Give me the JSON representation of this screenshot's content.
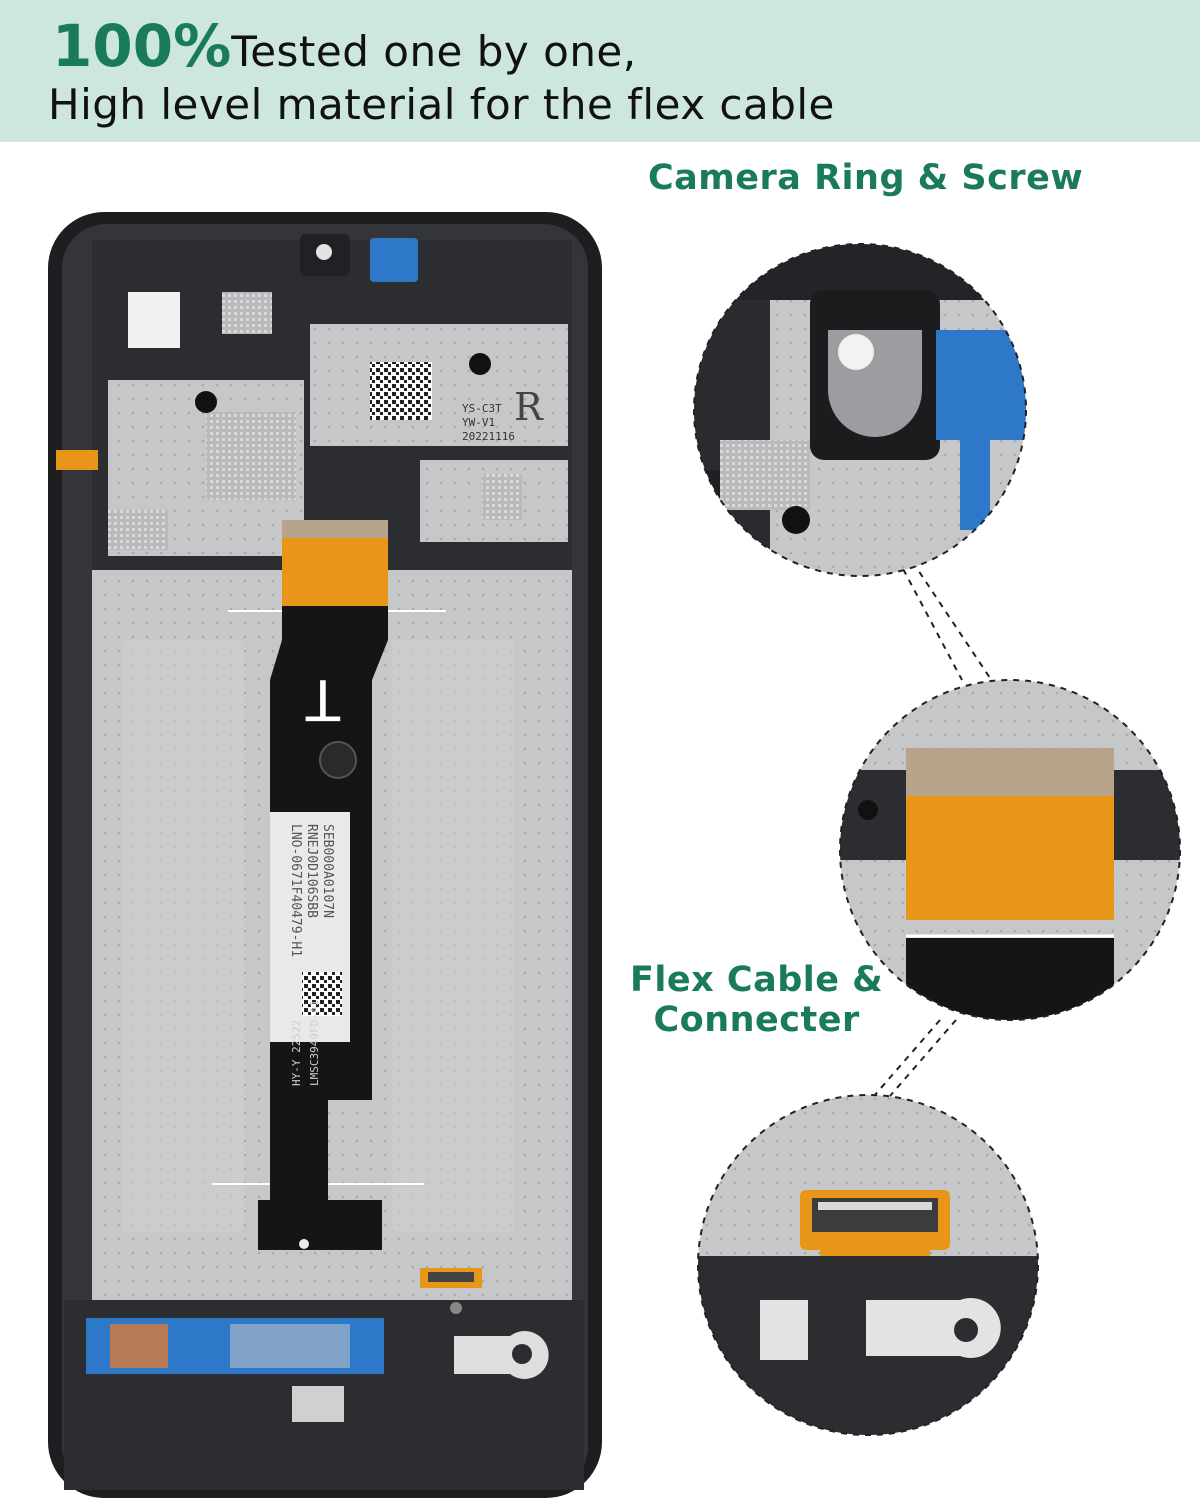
{
  "header": {
    "percent": "100%",
    "line1_rest": "Tested one by one,",
    "line2": "High level material for the flex cable"
  },
  "callouts": {
    "camera": "Camera Ring & Screw",
    "flex_line1": "Flex Cable &",
    "flex_line2": "Connecter"
  },
  "labels": {
    "flex_code_1": "LNO-0671F40479-H1",
    "flex_code_2": "RNEJ0D106SBB",
    "flex_code_3": "SEB000A0107N",
    "flex_hy": "HY-Y 22522",
    "flex_part": "LMSC3949FD-A1",
    "board_code_1": "YS-C3T",
    "board_code_2": "YW-V1",
    "board_date": "20221116",
    "board_mark": "R",
    "flex_mark": "T"
  },
  "colors": {
    "accent": "#1a7a5c",
    "header_bg": "#cde6de",
    "frame": "#2a2b2d",
    "flex_orange": "#e8961a",
    "flex_black": "#151515",
    "shield_blue": "#2d78c8"
  }
}
